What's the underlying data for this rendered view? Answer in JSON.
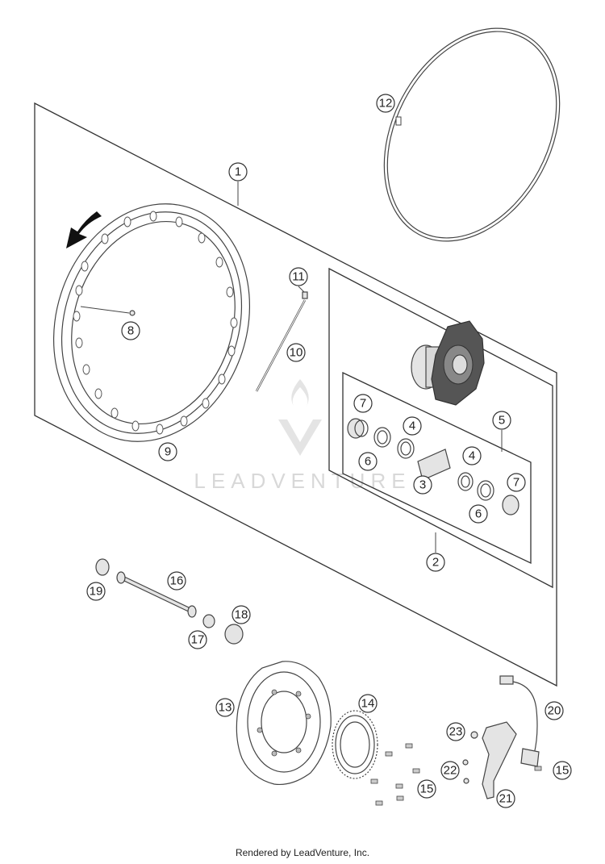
{
  "diagram": {
    "callouts": [
      "1",
      "2",
      "3",
      "4",
      "4",
      "5",
      "6",
      "6",
      "7",
      "7",
      "8",
      "9",
      "10",
      "11",
      "12",
      "13",
      "14",
      "15",
      "15",
      "16",
      "17",
      "18",
      "19",
      "20",
      "21",
      "22",
      "23"
    ],
    "watermark": "LEADVENTURE"
  },
  "footer": "Rendered by LeadVenture, Inc."
}
